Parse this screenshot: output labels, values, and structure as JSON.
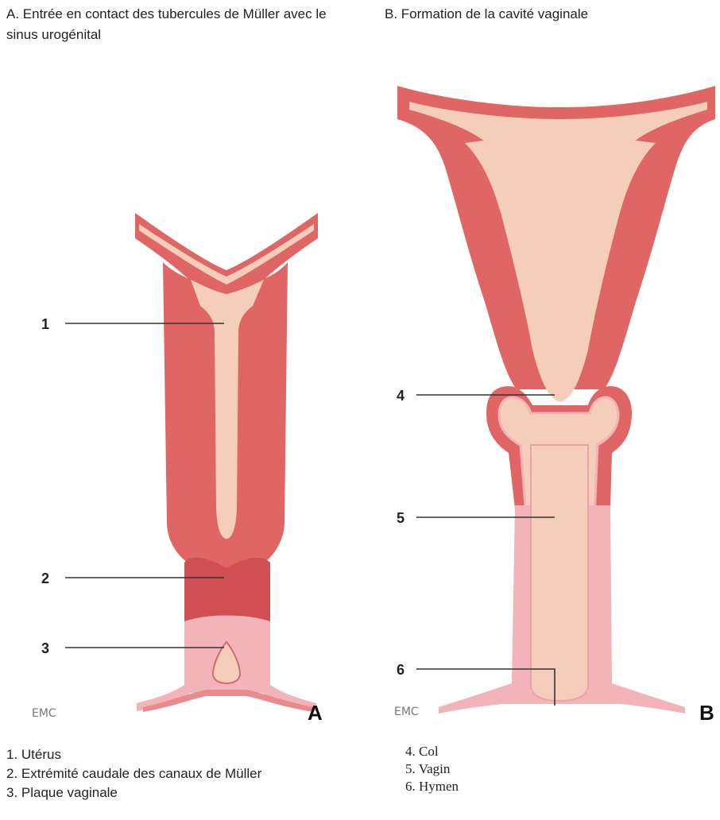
{
  "panel_a": {
    "title": "A. Entrée en contact des tubercules de Müller avec le sinus urogénital",
    "letter": "A",
    "logo": "EMC",
    "labels": [
      "1",
      "2",
      "3"
    ]
  },
  "panel_b": {
    "title": "B. Formation de la cavité vaginale",
    "letter": "B",
    "logo": "EMC",
    "labels": [
      "4",
      "5",
      "6"
    ]
  },
  "legend_a": [
    "1. Utérus",
    "2. Extrémité caudale des canaux de Müller",
    "3. Plaque vaginale"
  ],
  "legend_b": [
    "4. Col",
    "5. Vagin",
    "6. Hymen"
  ],
  "colors": {
    "tissue_red": "#e06666",
    "tissue_dark": "#cf4f53",
    "cavity": "#f5cdbb",
    "vaginal_pink": "#f2b4b8",
    "line": "#333333"
  }
}
